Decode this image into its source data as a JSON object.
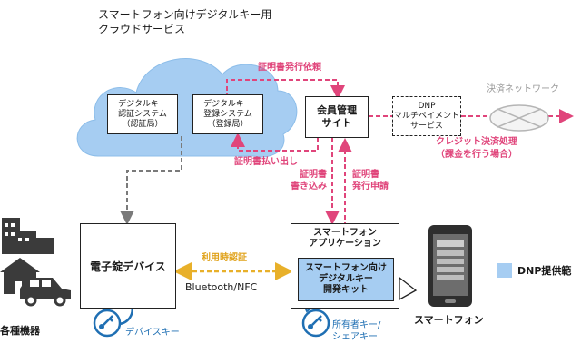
{
  "cloud": {
    "title_line1": "スマートフォン向けデジタルキー用",
    "title_line2": "クラウドサービス",
    "auth_system": "デジタルキー\n認証システム\n（認証局）",
    "reg_system": "デジタルキー\n登録システム\n（登録局）"
  },
  "member_site": "会員管理\nサイト",
  "dnp_multi": "DNP\nマルチペイメント\nサービス",
  "payment_network": "決済ネットワーク",
  "labels": {
    "cert_request": "証明書発行依頼",
    "cert_payout": "証明書払い出し",
    "cert_write": "証明書\n書き込み",
    "cert_apply": "証明書\n発行申請",
    "credit_line1": "クレジット決済処理",
    "credit_line2": "（課金を行う場合）",
    "usage_auth": "利用時認証",
    "bluetooth": "Bluetooth/NFC"
  },
  "lock_device": "電子錠デバイス",
  "sp_app": "スマートフォン\nアプリケーション",
  "sp_kit": "スマートフォン向け\nデジタルキー\n開発キット",
  "devices_label": "各種機器",
  "device_key": "デバイスキー",
  "owner_key_line1": "所有者キー/",
  "owner_key_line2": "シェアキー",
  "smartphone_label": "スマートフォン",
  "legend_label": "DNP提供範",
  "colors": {
    "cloud": "#a6cdf2",
    "dnp_blue": "#a6cdf2",
    "pink": "#e0457b",
    "gold": "#e8b02a",
    "gray": "#8a8a8a",
    "key_blue": "#1f6fb3"
  }
}
